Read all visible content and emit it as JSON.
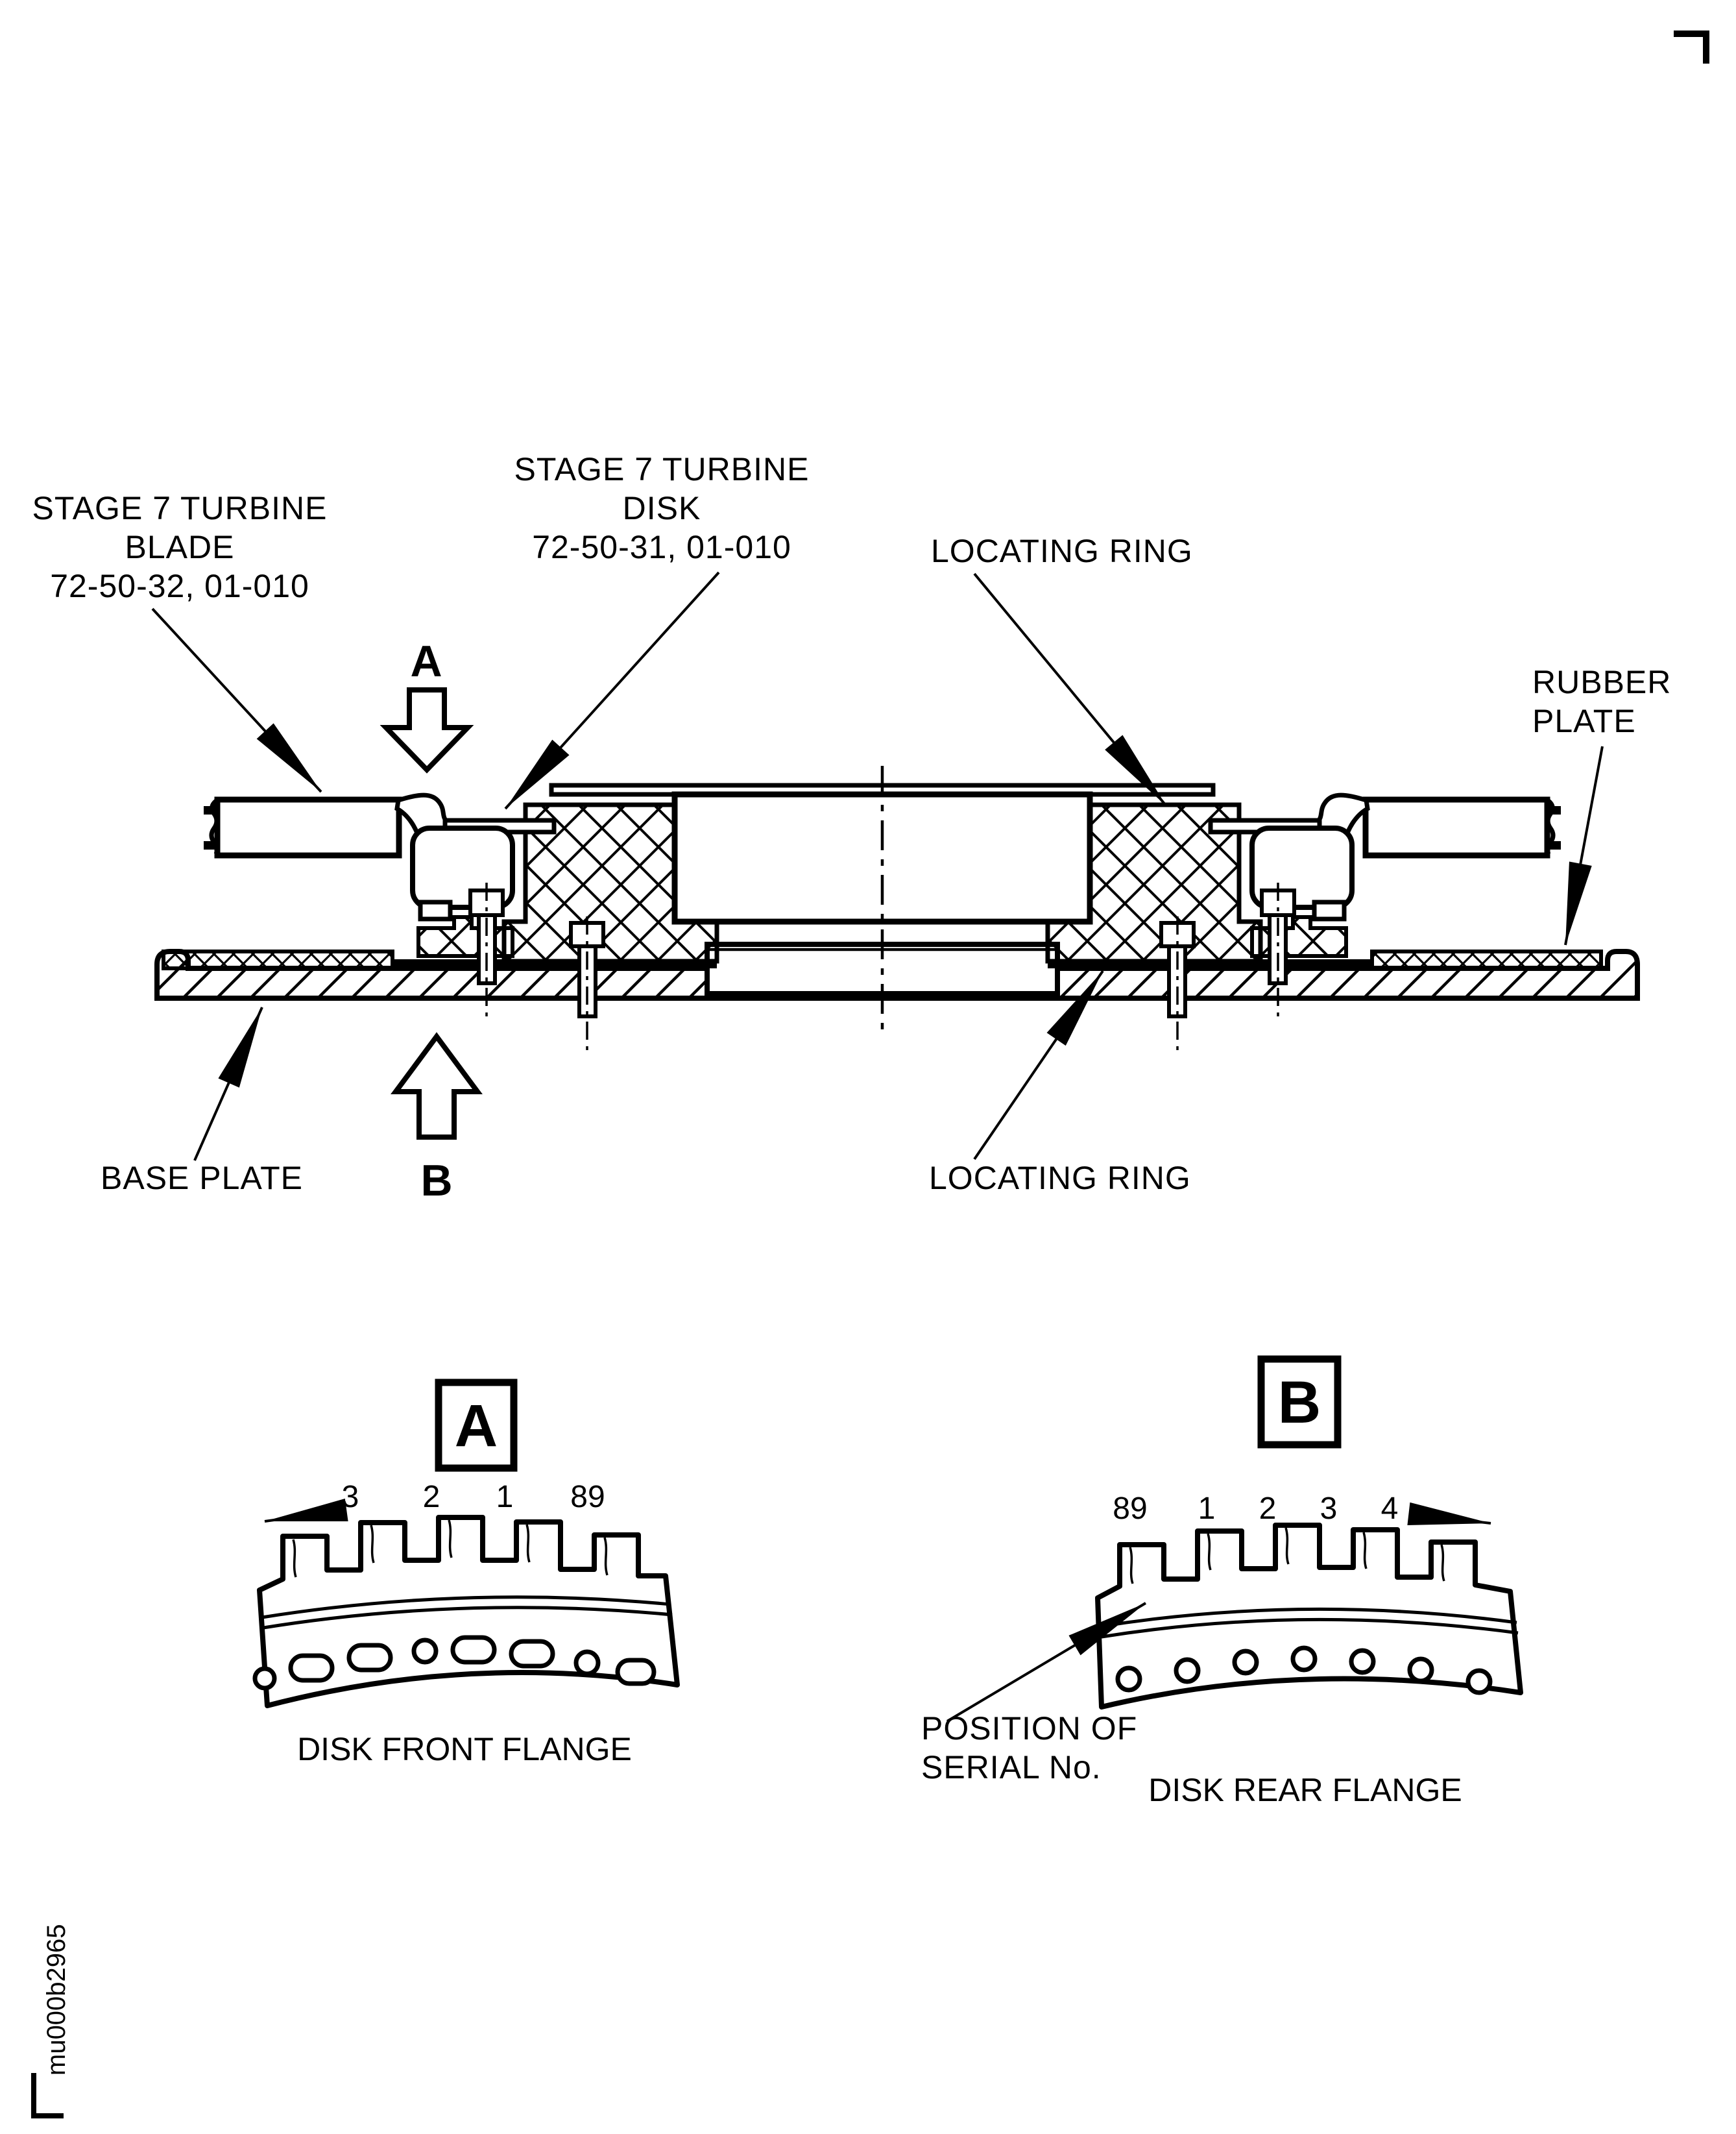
{
  "colors": {
    "ink": "#000000",
    "paper": "#ffffff"
  },
  "sidebar": {
    "figure_code": "mu000b2965"
  },
  "callouts": {
    "blade": {
      "line1": "STAGE 7 TURBINE",
      "line2": "BLADE",
      "line3": "72-50-32, 01-010"
    },
    "disk": {
      "line1": "STAGE 7 TURBINE",
      "line2": "DISK",
      "line3": "72-50-31, 01-010"
    },
    "locating_ring_top": "LOCATING RING",
    "locating_ring_bottom": "LOCATING RING",
    "rubber_plate_line1": "RUBBER",
    "rubber_plate_line2": "PLATE",
    "base_plate": "BASE PLATE"
  },
  "view_arrows": {
    "a": "A",
    "b": "B"
  },
  "detail_a": {
    "marker": "A",
    "numbers": [
      "3",
      "2",
      "1",
      "89"
    ],
    "caption": "DISK FRONT FLANGE"
  },
  "detail_b": {
    "marker": "B",
    "numbers": [
      "89",
      "1",
      "2",
      "3",
      "4"
    ],
    "caption": "DISK REAR FLANGE",
    "serial_note_line1": "POSITION OF",
    "serial_note_line2": "SERIAL No."
  }
}
